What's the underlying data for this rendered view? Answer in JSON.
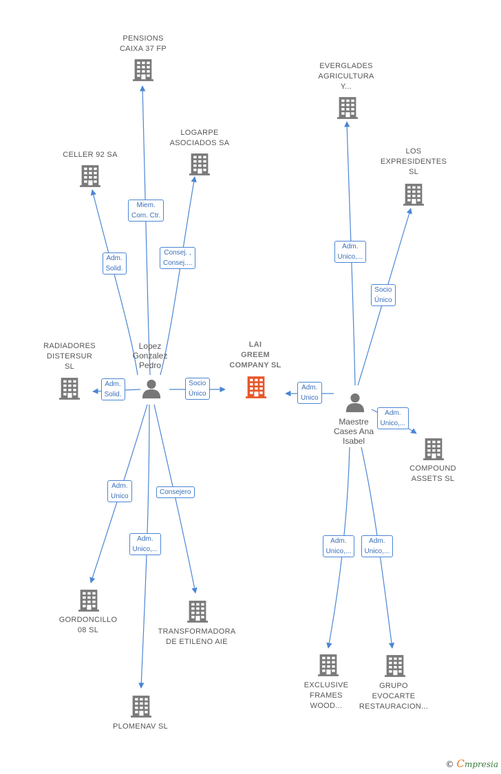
{
  "colors": {
    "edge": "#4a86d4",
    "company_icon": "#7a7a7a",
    "focus_icon": "#e8562a",
    "person_icon": "#777777"
  },
  "nodes": [
    {
      "id": "pensions",
      "type": "company",
      "lines": [
        "PENSIONS",
        "CAIXA 37 FP"
      ]
    },
    {
      "id": "logarpe",
      "type": "company",
      "lines": [
        "LOGARPE",
        "ASOCIADOS SA"
      ]
    },
    {
      "id": "celler",
      "type": "company",
      "lines": [
        "CELLER 92 SA"
      ]
    },
    {
      "id": "everglades",
      "type": "company",
      "lines": [
        "EVERGLADES",
        "AGRICULTURA",
        "Y..."
      ]
    },
    {
      "id": "expresidentes",
      "type": "company",
      "lines": [
        "LOS",
        "EXPRESIDENTES",
        "SL"
      ]
    },
    {
      "id": "radiadores",
      "type": "company",
      "lines": [
        "RADIADORES",
        "DISTERSUR",
        "SL"
      ]
    },
    {
      "id": "lopez",
      "type": "person",
      "lines": [
        "Lopez",
        "Gonzalez",
        "Pedro"
      ]
    },
    {
      "id": "laigreem",
      "type": "focus",
      "lines": [
        "LAI",
        "GREEM",
        "COMPANY  SL"
      ]
    },
    {
      "id": "maestre",
      "type": "person",
      "lines": [
        "Maestre",
        "Cases Ana",
        "Isabel"
      ]
    },
    {
      "id": "compound",
      "type": "company",
      "lines": [
        "COMPOUND",
        "ASSETS  SL"
      ]
    },
    {
      "id": "gordoncillo",
      "type": "company",
      "lines": [
        "GORDONCILLO",
        "08 SL"
      ]
    },
    {
      "id": "transformadora",
      "type": "company",
      "lines": [
        "TRANSFORMADORA",
        "DE ETILENO AIE"
      ]
    },
    {
      "id": "plomenav",
      "type": "company",
      "lines": [
        "PLOMENAV  SL"
      ]
    },
    {
      "id": "exclusive",
      "type": "company",
      "lines": [
        "EXCLUSIVE",
        "FRAMES",
        "WOOD..."
      ]
    },
    {
      "id": "evocarte",
      "type": "company",
      "lines": [
        "GRUPO",
        "EVOCARTE",
        "RESTAURACION..."
      ]
    }
  ],
  "edges": [
    {
      "from": "lopez",
      "to": "pensions",
      "label": [
        "Miem.",
        "Com. Ctr."
      ]
    },
    {
      "from": "lopez",
      "to": "logarpe",
      "label": [
        "Consej. ,",
        "Consej...."
      ]
    },
    {
      "from": "lopez",
      "to": "celler",
      "label": [
        "Adm.",
        "Solid."
      ]
    },
    {
      "from": "lopez",
      "to": "radiadores",
      "label": [
        "Adm.",
        "Solid."
      ]
    },
    {
      "from": "lopez",
      "to": "laigreem",
      "label": [
        "Socio",
        "Único"
      ]
    },
    {
      "from": "lopez",
      "to": "gordoncillo",
      "label": [
        "Adm.",
        "Unico"
      ]
    },
    {
      "from": "lopez",
      "to": "transformadora",
      "label": [
        "Consejero"
      ]
    },
    {
      "from": "lopez",
      "to": "plomenav",
      "label": [
        "Adm.",
        "Unico,..."
      ]
    },
    {
      "from": "maestre",
      "to": "everglades",
      "label": [
        "Adm.",
        "Unico,..."
      ]
    },
    {
      "from": "maestre",
      "to": "expresidentes",
      "label": [
        "Socio",
        "Único"
      ]
    },
    {
      "from": "maestre",
      "to": "laigreem",
      "label": [
        "Adm.",
        "Unico"
      ]
    },
    {
      "from": "maestre",
      "to": "compound",
      "label": [
        "Adm.",
        "Unico,..."
      ]
    },
    {
      "from": "maestre",
      "to": "exclusive",
      "label": [
        "Adm.",
        "Unico,..."
      ]
    },
    {
      "from": "maestre",
      "to": "evocarte",
      "label": [
        "Adm.",
        "Unico,..."
      ]
    }
  ],
  "watermark": {
    "symbol": "©",
    "brand_initial": "C",
    "brand_rest": "mpresia"
  }
}
